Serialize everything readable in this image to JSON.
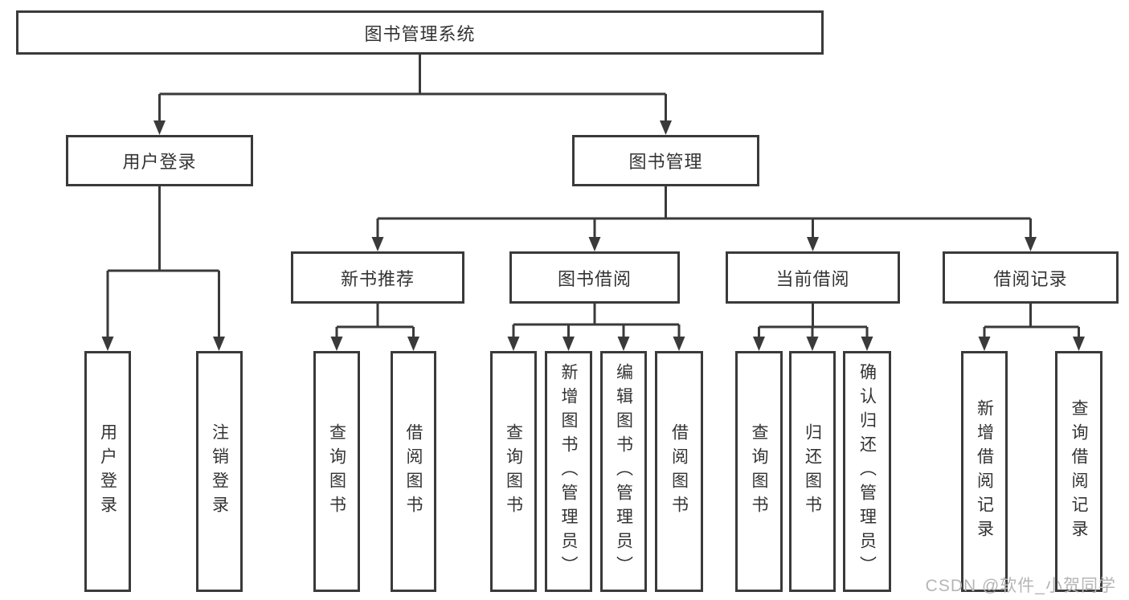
{
  "style": {
    "line_color": "#3a3a3a",
    "box_border_color": "#3a3a3a",
    "text_color": "#333333",
    "watermark_color": "#b5b5b5",
    "background_color": "#ffffff"
  },
  "tree": {
    "root": {
      "label": "图书管理系统"
    },
    "children": [
      {
        "label": "用户登录",
        "children": [
          {
            "label": "用户登录"
          },
          {
            "label": "注销登录"
          }
        ]
      },
      {
        "label": "图书管理",
        "children": [
          {
            "label": "新书推荐",
            "children": [
              {
                "label": "查询图书"
              },
              {
                "label": "借阅图书"
              }
            ]
          },
          {
            "label": "图书借阅",
            "children": [
              {
                "label": "查询图书"
              },
              {
                "label": "新增图书（管理员）"
              },
              {
                "label": "编辑图书（管理员）"
              },
              {
                "label": "借阅图书"
              }
            ]
          },
          {
            "label": "当前借阅",
            "children": [
              {
                "label": "查询图书"
              },
              {
                "label": "归还图书"
              },
              {
                "label": "确认归还（管理员）"
              }
            ]
          },
          {
            "label": "借阅记录",
            "children": [
              {
                "label": "新增借阅记录"
              },
              {
                "label": "查询借阅记录"
              }
            ]
          }
        ]
      }
    ]
  },
  "watermark": "CSDN @软件_小贺同学"
}
